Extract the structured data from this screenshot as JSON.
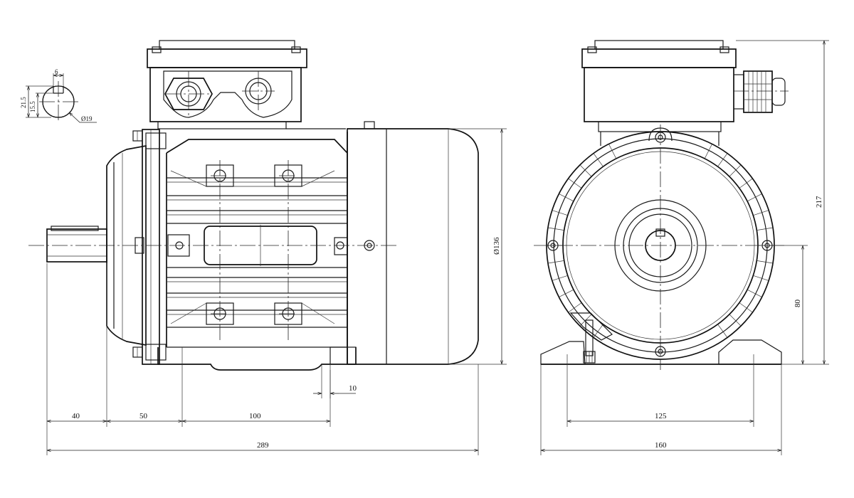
{
  "dimensions": {
    "shaft_len": "40",
    "shaft_to_foot": "50",
    "foot_spacing": "100",
    "total_length": "289",
    "foot_width": "10",
    "body_diameter": "Ø136",
    "foot_holes": "125",
    "base_width": "160",
    "shaft_height": "80",
    "total_height": "217",
    "key_width": "6",
    "shaft_total": "21.5",
    "shaft_key": "15.5",
    "shaft_diameter": "Ø19"
  }
}
